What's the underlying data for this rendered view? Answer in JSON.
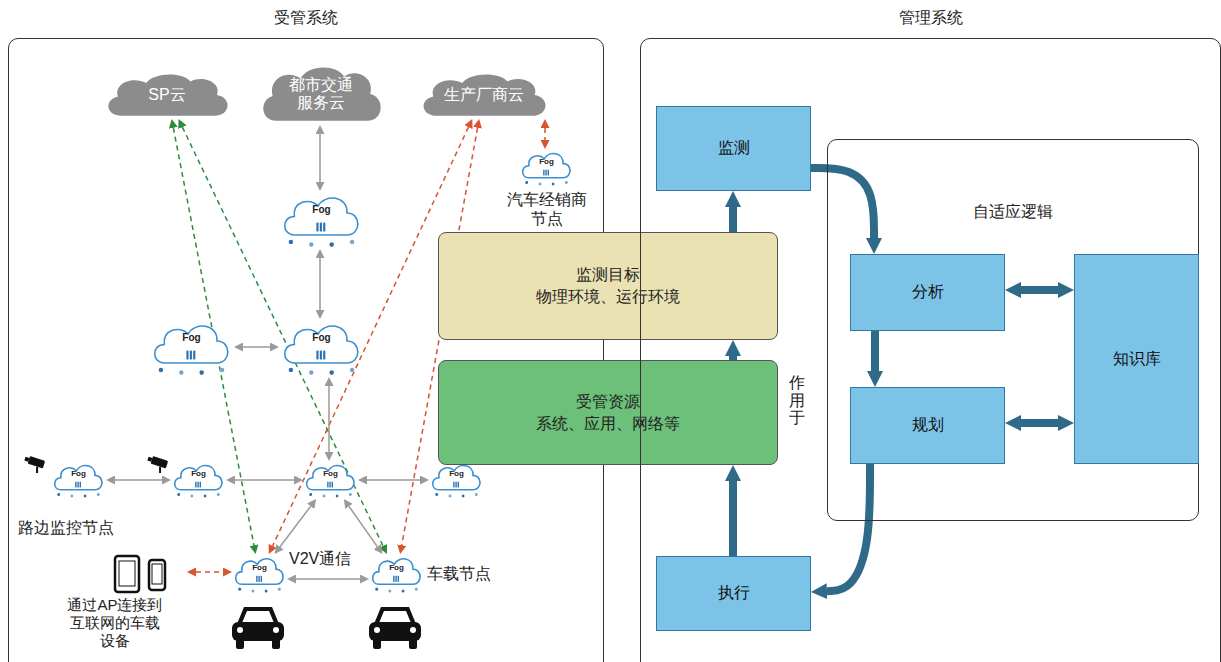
{
  "diagram": {
    "nodes": [
      {
        "text": [
          "受管系统"
        ]
      },
      {
        "text": [
          "SP云"
        ],
        "in": 0
      },
      {
        "text": [
          "都市交通服务云"
        ],
        "in": 0
      },
      {
        "text": [
          "生产厂商云"
        ],
        "in": 0
      },
      {
        "text": [
          "Fog",
          "汽车经销商节点"
        ],
        "in": 0
      },
      {
        "text": [
          "Fog"
        ],
        "in": 0
      },
      {
        "text": [
          "Fog"
        ],
        "in": 0
      },
      {
        "text": [
          "Fog"
        ],
        "in": 0
      },
      {
        "text": [
          "Fog"
        ],
        "in": 0
      },
      {
        "text": [
          "Fog"
        ],
        "in": 0
      },
      {
        "text": [
          "Fog"
        ],
        "in": 0
      },
      {
        "text": [
          "Fog"
        ],
        "in": 0
      },
      {
        "text": [
          "Fog"
        ],
        "in": 0
      },
      {
        "text": [
          "Fog",
          "车载节点"
        ],
        "in": 0
      },
      {
        "text": [
          "通过AP连接到互联网的车载设备"
        ],
        "in": 0
      },
      {
        "text": [
          "监测目标",
          "物理环境、运行环境"
        ]
      },
      {
        "text": [
          "受管资源",
          "系统、应用、网络等"
        ]
      },
      {
        "text": [
          "管理系统"
        ]
      },
      {
        "text": [
          "监测"
        ],
        "in": 17
      },
      {
        "text": [
          "自适应逻辑"
        ],
        "in": 17
      },
      {
        "text": [
          "分析"
        ],
        "in": 19
      },
      {
        "text": [
          "规划"
        ],
        "in": 19
      },
      {
        "text": [
          "知识库"
        ],
        "in": 19
      },
      {
        "text": [
          "执行"
        ],
        "in": 17
      }
    ],
    "edges": [
      {
        "from": 1,
        "to": 12,
        "arrow": "both"
      },
      {
        "from": 1,
        "to": 13,
        "arrow": "both"
      },
      {
        "from": 3,
        "to": 12,
        "arrow": "both"
      },
      {
        "from": 3,
        "to": 13,
        "arrow": "both"
      },
      {
        "from": 3,
        "to": 4,
        "arrow": "both"
      },
      {
        "from": 2,
        "to": 5,
        "arrow": "both"
      },
      {
        "from": 5,
        "to": 7,
        "arrow": "both"
      },
      {
        "from": 6,
        "to": 7,
        "arrow": "both"
      },
      {
        "from": 7,
        "to": 10,
        "arrow": "both"
      },
      {
        "from": 8,
        "to": 9,
        "arrow": "both"
      },
      {
        "from": 9,
        "to": 10,
        "arrow": "both"
      },
      {
        "from": 10,
        "to": 11,
        "arrow": "both"
      },
      {
        "from": 10,
        "to": 12,
        "arrow": "both"
      },
      {
        "from": 10,
        "to": 13,
        "arrow": "both"
      },
      {
        "from": 12,
        "to": 13,
        "arrow": "both"
      },
      {
        "from": 14,
        "to": 12,
        "arrow": "both"
      },
      {
        "from": 15,
        "to": 18,
        "arrow": "to"
      },
      {
        "from": 18,
        "to": 20,
        "arrow": "to"
      },
      {
        "from": 20,
        "to": 22,
        "arrow": "both"
      },
      {
        "from": 20,
        "to": 21,
        "arrow": "to"
      },
      {
        "from": 21,
        "to": 22,
        "arrow": "both"
      },
      {
        "from": 21,
        "to": 23,
        "arrow": "to"
      },
      {
        "from": 23,
        "to": 16,
        "arrow": "to"
      },
      {
        "from": 16,
        "to": 15,
        "arrow": "to"
      }
    ],
    "labels": [
      "路边监控节点",
      "V2V通信",
      "作用于"
    ]
  }
}
